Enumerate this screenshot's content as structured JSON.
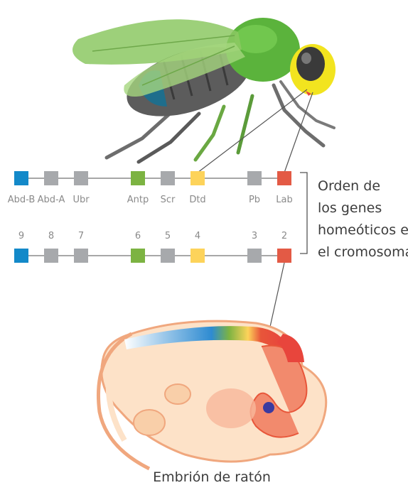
{
  "genes": [
    {
      "label": "Abd-B",
      "number": "9",
      "color": "#1389c9"
    },
    {
      "label": "Abd-A",
      "number": "8",
      "color": "#a7a9ac"
    },
    {
      "label": "Ubr",
      "number": "7",
      "color": "#a7a9ac"
    },
    {
      "label": "Antp",
      "number": "6",
      "color": "#7cb342"
    },
    {
      "label": "Scr",
      "number": "5",
      "color": "#a7a9ac"
    },
    {
      "label": "Dtd",
      "number": "4",
      "color": "#fdd35a"
    },
    {
      "label": "Pb",
      "number": "3",
      "color": "#a7a9ac"
    },
    {
      "label": "Lab",
      "number": "2",
      "color": "#e35a45"
    }
  ],
  "side_text": {
    "line1": "Orden de",
    "line2": "los genes",
    "line3": "homeóticos en",
    "line4": "el cromosoma"
  },
  "caption": "Embrión de ratón",
  "colors": {
    "fly_wing": "#8cc863",
    "fly_thorax": "#5bb33c",
    "fly_abdomen_blue": "#1f6e8c",
    "fly_head": "#f2e41f",
    "embryo_skin": "#fde2c8",
    "embryo_red": "#e8563a",
    "line": "#555555"
  }
}
